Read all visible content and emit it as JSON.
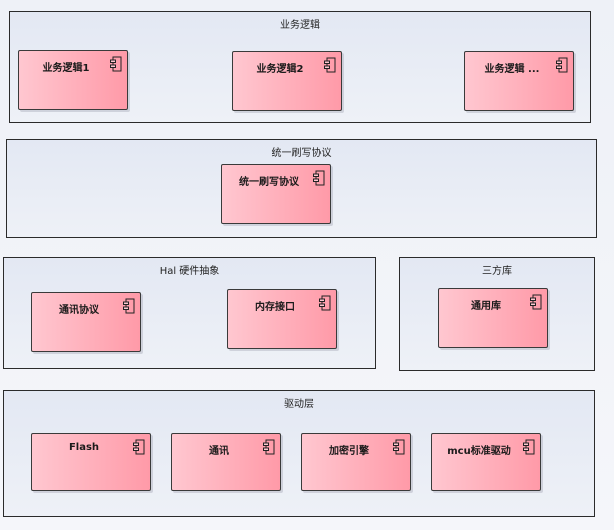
{
  "packages": {
    "business": {
      "title": "业务逻辑",
      "components": [
        "业务逻辑1",
        "业务逻辑2",
        "业务逻辑 ..."
      ]
    },
    "protocol": {
      "title": "统一刷写协议",
      "components": [
        "统一刷写协议"
      ]
    },
    "hal": {
      "title": "Hal 硬件抽象",
      "components": [
        "通讯协议",
        "内存接口"
      ]
    },
    "thirdparty": {
      "title": "三方库",
      "components": [
        "通用库"
      ]
    },
    "driver": {
      "title": "驱动层",
      "components": [
        "Flash",
        "通讯",
        "加密引擎",
        "mcu标准驱动"
      ]
    }
  },
  "icons": {
    "component": "uml-component-icon"
  },
  "colors": {
    "component_fill_start": "#ffc7d0",
    "component_fill_end": "#ff9aa8",
    "package_fill": "#e3e8f3",
    "border": "#2b2b2b"
  }
}
